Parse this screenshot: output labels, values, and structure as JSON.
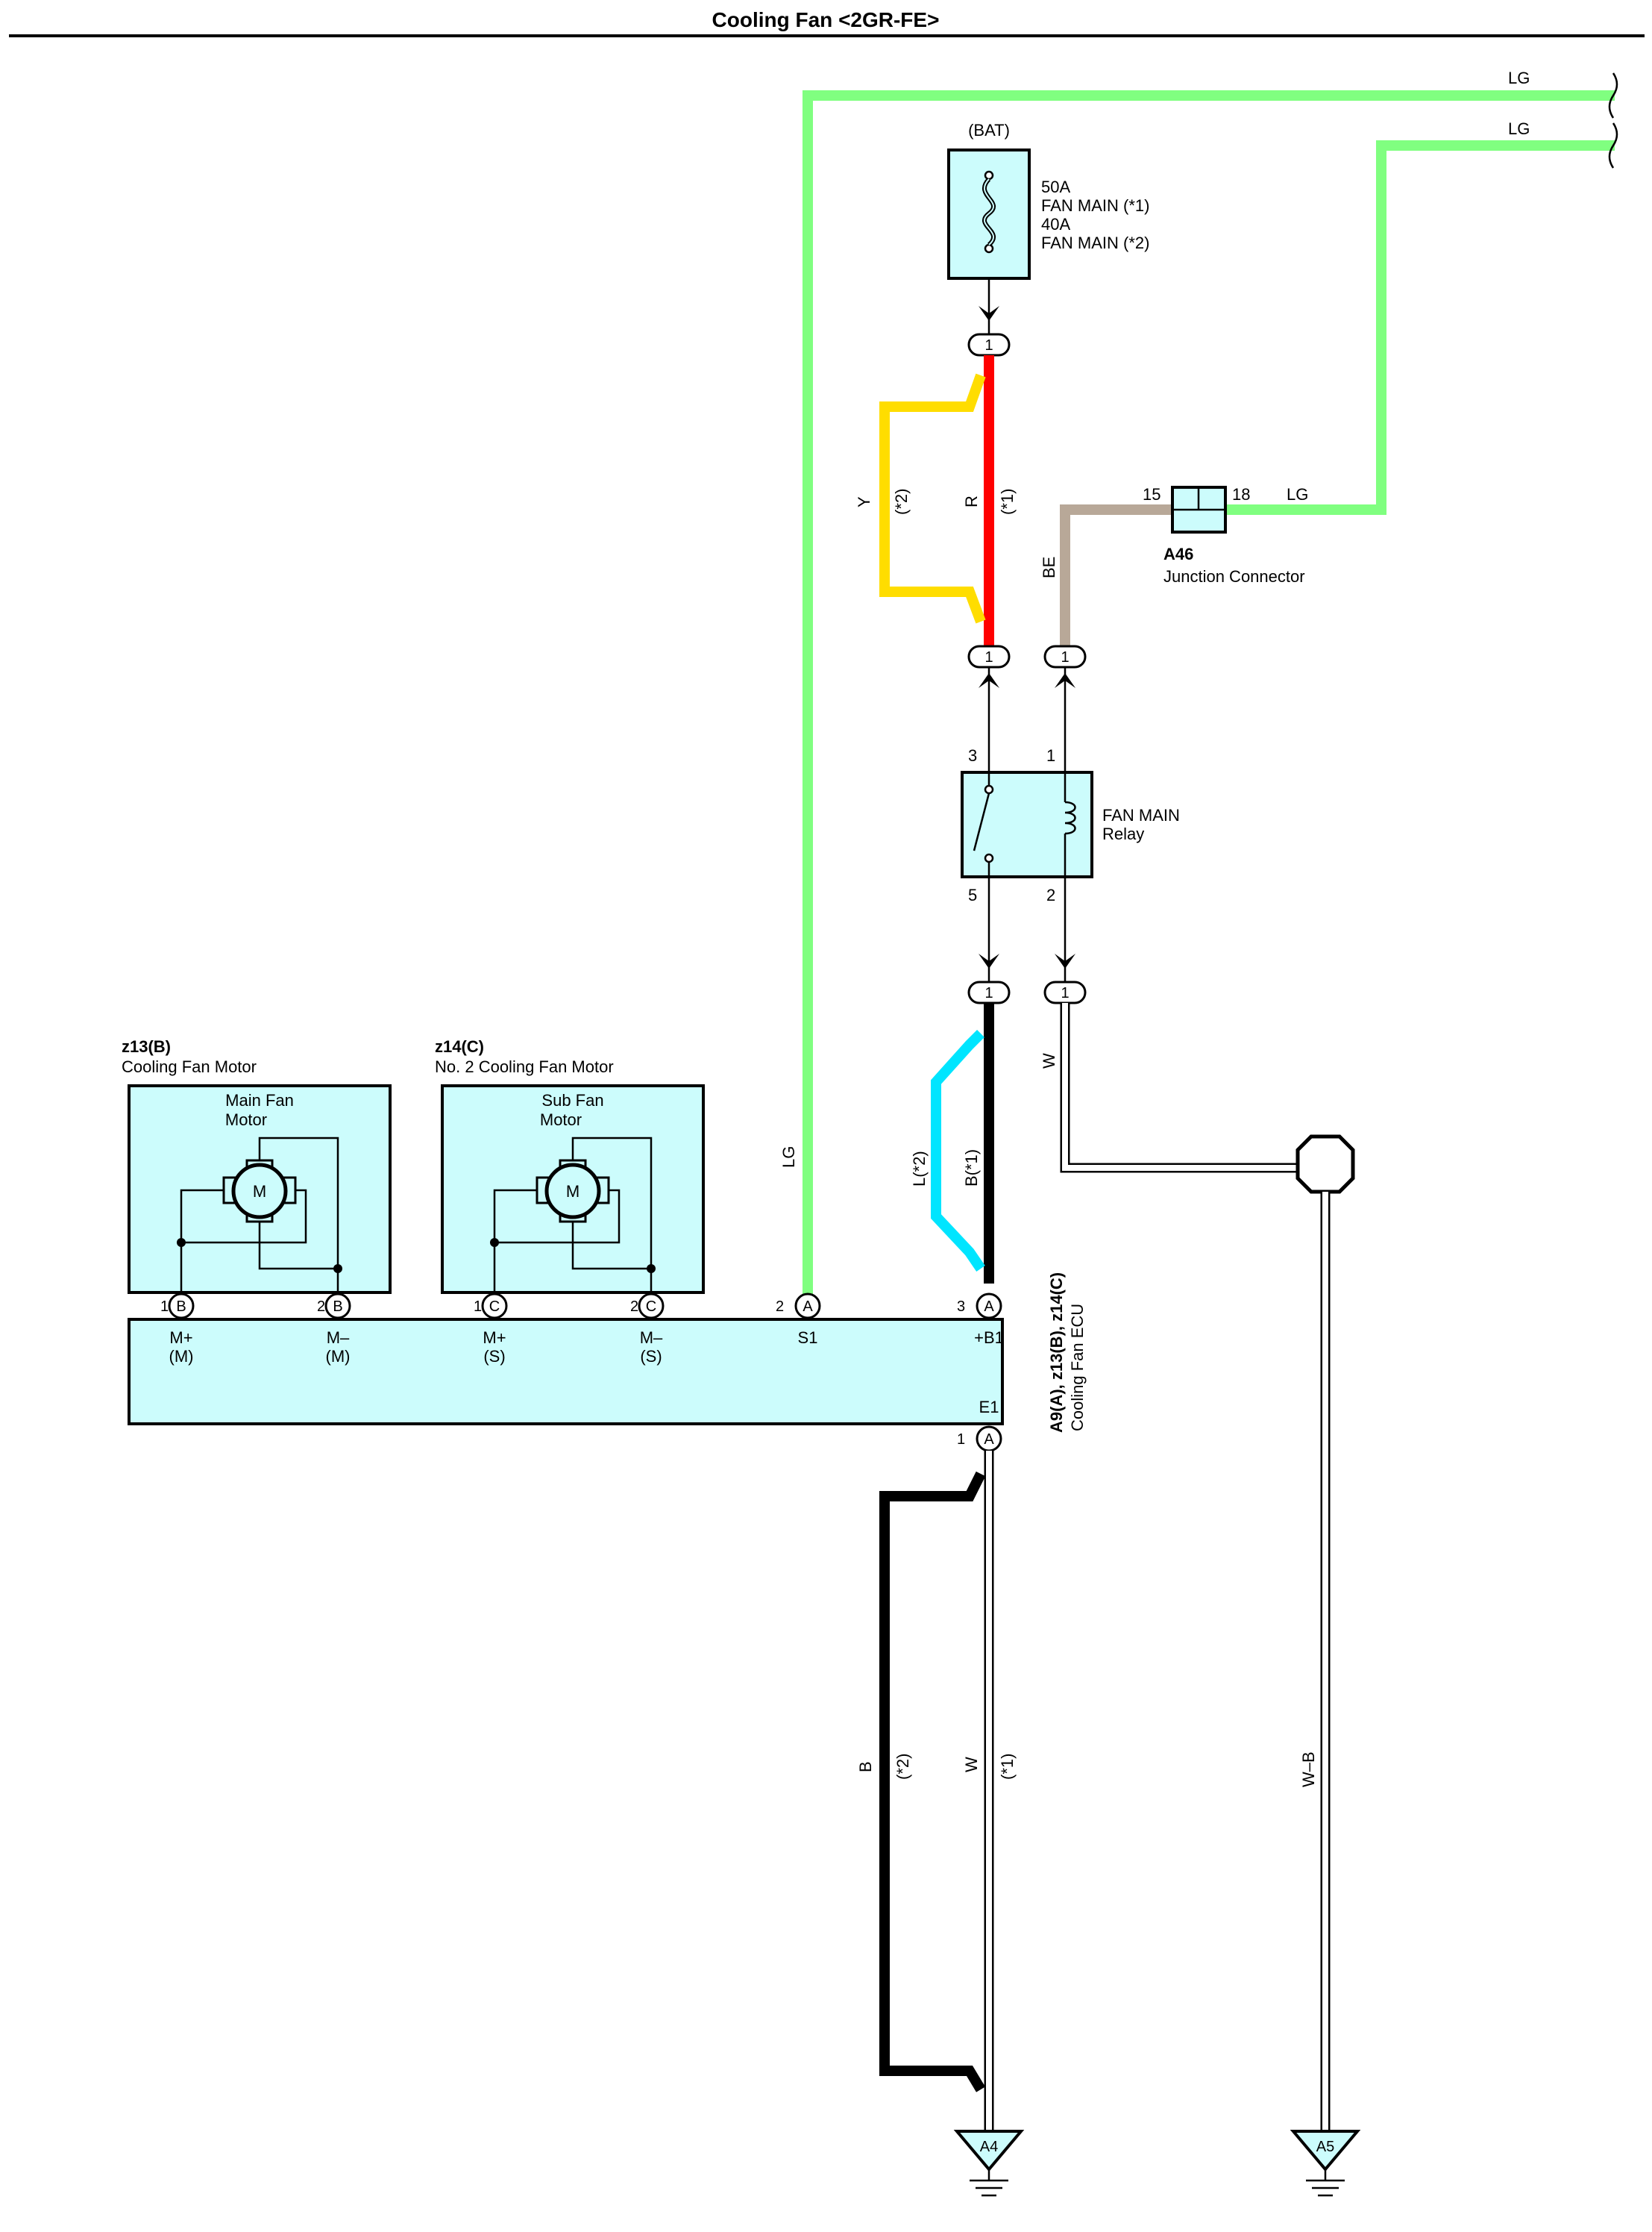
{
  "title": "Cooling Fan <2GR-FE>",
  "wires": {
    "lg_top": "LG",
    "lg_second": "LG",
    "lg_a46_out": "LG",
    "lg_s1": "LG",
    "y": "Y",
    "y_note": "(*2)",
    "r": "R",
    "r_note": "(*1)",
    "be": "BE",
    "w_relay": "W",
    "l": "L(*2)",
    "b_b1": "B(*1)",
    "b_ground": "B",
    "b_ground_note": "(*2)",
    "w_ground": "W",
    "w_ground_note": "(*1)",
    "wb": "W–B"
  },
  "fuse": {
    "source": "(BAT)",
    "line1": "50A",
    "line2": "FAN MAIN (*1)",
    "line3": "40A",
    "line4": "FAN MAIN (*2)"
  },
  "junction": {
    "code": "A46",
    "name": "Junction Connector",
    "pin_left": "15",
    "pin_right": "18"
  },
  "relay": {
    "line1": "FAN MAIN",
    "line2": "Relay",
    "pin3": "3",
    "pin1": "1",
    "pin5": "5",
    "pin2": "2"
  },
  "inline_connectors": {
    "fuse_out": "1",
    "relay_in_left": "1",
    "relay_in_right": "1",
    "relay_out_left": "1",
    "relay_out_right": "1"
  },
  "motor_main": {
    "code": "z13(B)",
    "name": "Cooling Fan Motor",
    "inner1": "Main Fan",
    "inner2": "Motor",
    "symbol": "M"
  },
  "motor_sub": {
    "code": "z14(C)",
    "name": "No.  2 Cooling Fan Motor",
    "inner1": "Sub Fan",
    "inner2": "Motor",
    "symbol": "M"
  },
  "ecu": {
    "code": "A9(A), z13(B), z14(C)",
    "name": "Cooling Fan ECU",
    "terminals": [
      {
        "pin": "1",
        "conn": "B",
        "label": "M+",
        "sub": "(M)"
      },
      {
        "pin": "2",
        "conn": "B",
        "label": "M–",
        "sub": "(M)"
      },
      {
        "pin": "1",
        "conn": "C",
        "label": "M+",
        "sub": "(S)"
      },
      {
        "pin": "2",
        "conn": "C",
        "label": "M–",
        "sub": "(S)"
      },
      {
        "pin": "2",
        "conn": "A",
        "label": "S1",
        "sub": ""
      },
      {
        "pin": "3",
        "conn": "A",
        "label": "+B1",
        "sub": ""
      }
    ],
    "ground": {
      "pin": "1",
      "conn": "A",
      "label": "E1"
    }
  },
  "grounds": {
    "left": "A4",
    "right": "A5"
  },
  "colors": {
    "LG": "#80ff80",
    "R": "#ff0000",
    "Y": "#ffdd00",
    "BE": "#b8a898",
    "L": "#00e5ff",
    "B": "#000000",
    "component_fill": "#ccfcfc"
  }
}
